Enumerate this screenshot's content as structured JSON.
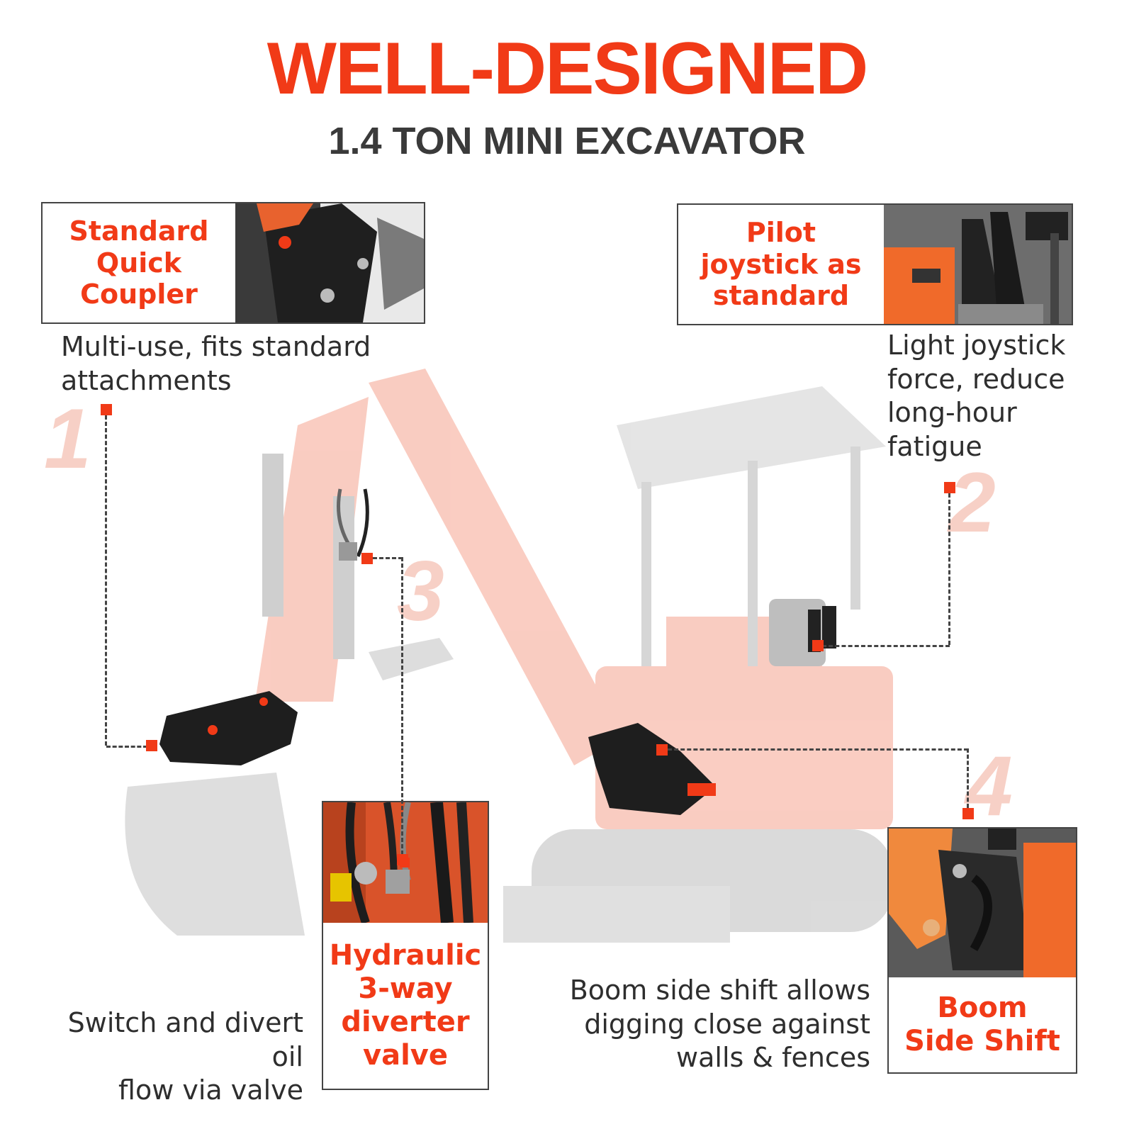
{
  "header": {
    "title": "WELL-DESIGNED",
    "subtitle": "1.4 TON MINI EXCAVATOR"
  },
  "features": [
    {
      "number": "1",
      "label": "Standard Quick Coupler",
      "label_lines": [
        "Standard",
        "Quick",
        "Coupler"
      ],
      "description_lines": [
        "Multi-use, fits standard",
        "attachments"
      ]
    },
    {
      "number": "2",
      "label": "Pilot joystick as standard",
      "label_lines": [
        "Pilot",
        "joystick as",
        "standard"
      ],
      "description_lines": [
        "Light joystick",
        "force, reduce",
        "long-hour",
        "fatigue"
      ]
    },
    {
      "number": "3",
      "label": "Hydraulic 3-way diverter valve",
      "label_lines": [
        "Hydraulic",
        "3-way",
        "diverter",
        "valve"
      ],
      "description_lines": [
        "Switch and divert oil",
        "flow via valve"
      ]
    },
    {
      "number": "4",
      "label": "Boom Side Shift",
      "label_lines": [
        "Boom",
        "Side Shift"
      ],
      "description_lines": [
        "Boom side shift allows",
        "digging close against",
        "walls & fences"
      ]
    }
  ],
  "colors": {
    "accent": "#f13a17",
    "text_dark": "#3a3a3a",
    "machine_orange": "#f5a48f",
    "machine_gray": "#d6d6d6"
  },
  "icons": {
    "excavator": "excavator-illustration",
    "coupler_photo": "quick-coupler-photo",
    "joystick_photo": "joystick-photo",
    "valve_photo": "diverter-valve-photo",
    "sideshift_photo": "boom-side-shift-photo"
  }
}
